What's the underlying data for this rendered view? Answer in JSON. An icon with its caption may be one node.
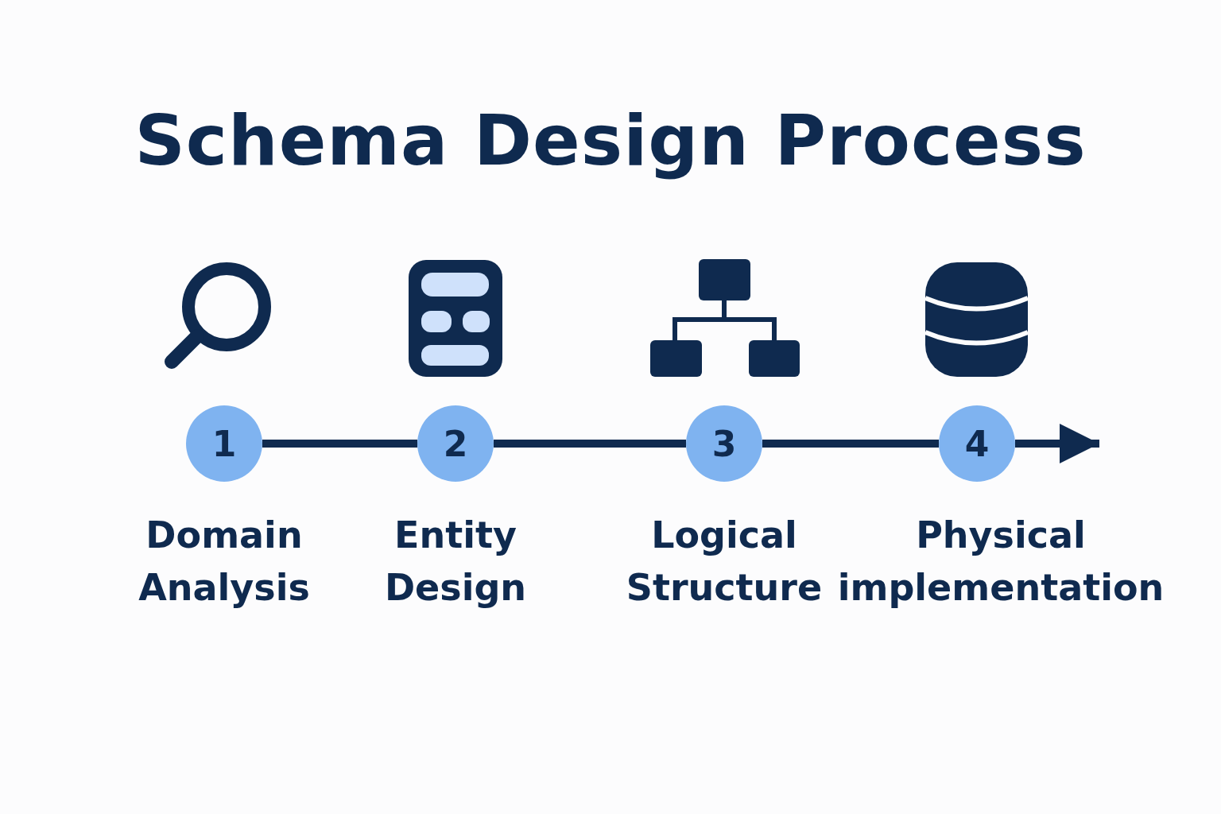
{
  "diagram": {
    "title": "Schema Design Process",
    "nodes": [
      {
        "text": [
          "1"
        ],
        "beside": [
          "Domain Analysis"
        ]
      },
      {
        "text": [
          "2"
        ],
        "beside": [
          "Entity Design"
        ]
      },
      {
        "text": [
          "3"
        ],
        "beside": [
          "Logical Structure"
        ]
      },
      {
        "text": [
          "4"
        ],
        "beside": [
          "Physical implementation"
        ]
      }
    ],
    "edges": [
      {
        "from": 0,
        "to": 1,
        "arrow": "none"
      },
      {
        "from": 1,
        "to": 2,
        "arrow": "none"
      },
      {
        "from": 2,
        "to": 3,
        "arrow": "none"
      },
      {
        "from": 3,
        "to": null,
        "arrow": "to"
      }
    ]
  }
}
